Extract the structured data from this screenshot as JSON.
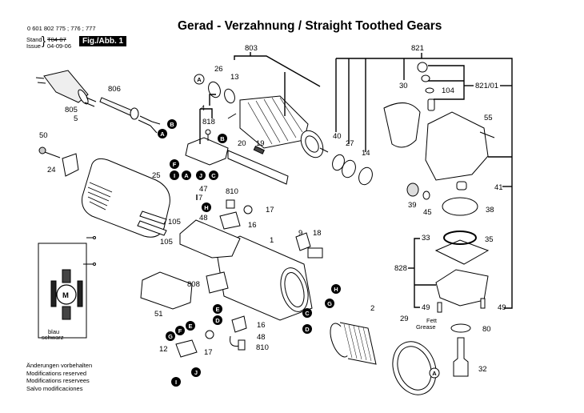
{
  "header": {
    "title": "Gerad - Verzahnung / Straight Toothed Gears",
    "part_numbers": "0 601 802 775 ; 776 ; 777",
    "stand_label": "Stand",
    "issue_label": "Issue",
    "stand_value_struck": "T04-07",
    "issue_value": "04-09-06",
    "figure_badge": "Fig./Abb. 1"
  },
  "footer_notes": [
    "Änderungen vorbehalten",
    "Modifications reserved",
    "Modifications reservees",
    "Salvo modificaciones"
  ],
  "part_labels": {
    "p803": "803",
    "p821": "821",
    "p821_01": "821/01",
    "p806": "806",
    "p805": "805",
    "p5": "5",
    "p26": "26",
    "p13": "13",
    "p4": "4",
    "p818": "818",
    "p50": "50",
    "p24": "24",
    "p25": "25",
    "p20": "20",
    "p19": "19",
    "p40": "40",
    "p27": "27",
    "p14": "14",
    "p30": "30",
    "p104": "104",
    "p55": "55",
    "p41": "41",
    "p39": "39",
    "p45": "45",
    "p38": "38",
    "p33": "33",
    "p35": "35",
    "p828": "828",
    "p49a": "49",
    "p49b": "49",
    "p47": "47",
    "p7": "7",
    "p810a": "810",
    "p17a": "17",
    "p48a": "48",
    "p16a": "16",
    "p105a": "105",
    "p105b": "105",
    "p1": "1",
    "p9": "9",
    "p18": "18",
    "p808": "808",
    "p51": "51",
    "p16b": "16",
    "p48b": "48",
    "p810b": "810",
    "p17b": "17",
    "p12": "12",
    "p2": "2",
    "p29": "29",
    "p80": "80",
    "p32": "32"
  },
  "annotations": {
    "fett": "Fett",
    "grease": "Grease",
    "motor_symbol": "M",
    "wire_blau": "blau",
    "wire_schwarz": "schwarz"
  },
  "connection_refs": {
    "a1": "A",
    "b1": "B",
    "a2": "A",
    "b2": "B",
    "f1": "F",
    "i1": "I",
    "a3": "A",
    "j1": "J",
    "c1": "C",
    "h1": "H",
    "e1": "E",
    "g1": "G",
    "f2": "F",
    "e2": "E",
    "d1": "D",
    "i2": "I",
    "j2": "J",
    "h2": "H",
    "g2": "G",
    "c2": "C",
    "d2": "D",
    "a4": "A"
  }
}
